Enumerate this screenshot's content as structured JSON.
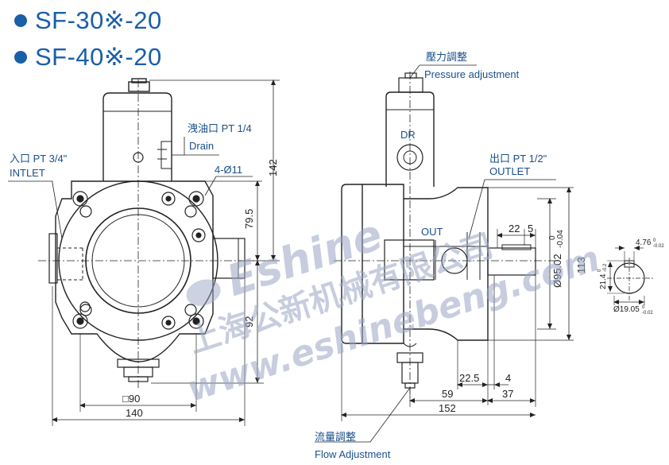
{
  "titles": [
    "SF-30※-20",
    "SF-40※-20"
  ],
  "colors": {
    "accent": "#1a5fa8",
    "line": "#222222",
    "watermark": "#9aa6c4"
  },
  "labels": {
    "inlet_cn": "入口 PT 3/4\"",
    "inlet_en": "INTLET",
    "drain_cn": "洩油口 PT 1/4",
    "drain_en": "Drain",
    "holes": "4-Ø11",
    "pressure_cn": "壓力調整",
    "pressure_en": "Pressure adjustment",
    "dr": "DR",
    "outlet_cn": "出口 PT 1/2\"",
    "outlet_en": "OUTLET",
    "out": "OUT",
    "flow_cn": "流量調整",
    "flow_en": "Flow Adjustment"
  },
  "dims": {
    "d142": "142",
    "d79_5": "79.5",
    "d92": "92",
    "d90": "□90",
    "d140": "140",
    "d22_5": "22.5",
    "d4": "4",
    "d59": "59",
    "d37": "37",
    "d152": "152",
    "d22_5_top": "22",
    "d5": "5",
    "d95": "Ø95.02",
    "d95_tol_up": "0",
    "d95_tol_dn": "-0.04",
    "d113": "113",
    "d4_76": "4.76",
    "d4_76_tol_up": "0",
    "d4_76_tol_dn": "-0.02",
    "d21_4": "21.4",
    "d21_4_tol_up": "0",
    "d21_4_tol_dn": "-0.2",
    "d19_05": "Ø19.05",
    "d19_05_tol_up": "0",
    "d19_05_tol_dn": "-0.02"
  },
  "watermark": {
    "brand": "Eshine",
    "cn": "上海公新机械有限公司",
    "url": "www.eshinebeng.com"
  }
}
